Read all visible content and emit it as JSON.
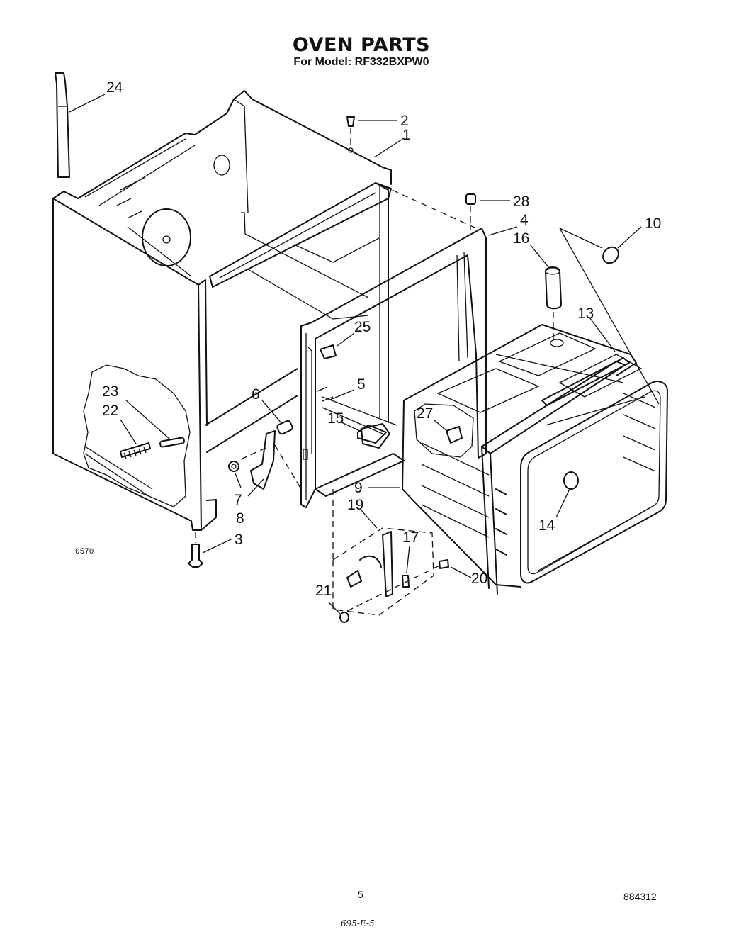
{
  "header": {
    "title": "OVEN PARTS",
    "subtitle": "For Model: RF332BXPW0"
  },
  "footer": {
    "page_number": "5",
    "doc_code": "884312",
    "handwritten_note": "695-E-5"
  },
  "figure_code": "0570",
  "callouts": [
    {
      "id": "c1",
      "label": "1"
    },
    {
      "id": "c2",
      "label": "2"
    },
    {
      "id": "c3",
      "label": "3"
    },
    {
      "id": "c4",
      "label": "4"
    },
    {
      "id": "c5",
      "label": "5"
    },
    {
      "id": "c6",
      "label": "6"
    },
    {
      "id": "c7",
      "label": "7"
    },
    {
      "id": "c8",
      "label": "8"
    },
    {
      "id": "c9",
      "label": "9"
    },
    {
      "id": "c10",
      "label": "10"
    },
    {
      "id": "c13",
      "label": "13"
    },
    {
      "id": "c14",
      "label": "14"
    },
    {
      "id": "c15",
      "label": "15"
    },
    {
      "id": "c16",
      "label": "16"
    },
    {
      "id": "c17",
      "label": "17"
    },
    {
      "id": "c19",
      "label": "19"
    },
    {
      "id": "c20",
      "label": "20"
    },
    {
      "id": "c21",
      "label": "21"
    },
    {
      "id": "c22",
      "label": "22"
    },
    {
      "id": "c23",
      "label": "23"
    },
    {
      "id": "c24",
      "label": "24"
    },
    {
      "id": "c25",
      "label": "25"
    },
    {
      "id": "c27",
      "label": "27"
    },
    {
      "id": "c28",
      "label": "28"
    }
  ]
}
